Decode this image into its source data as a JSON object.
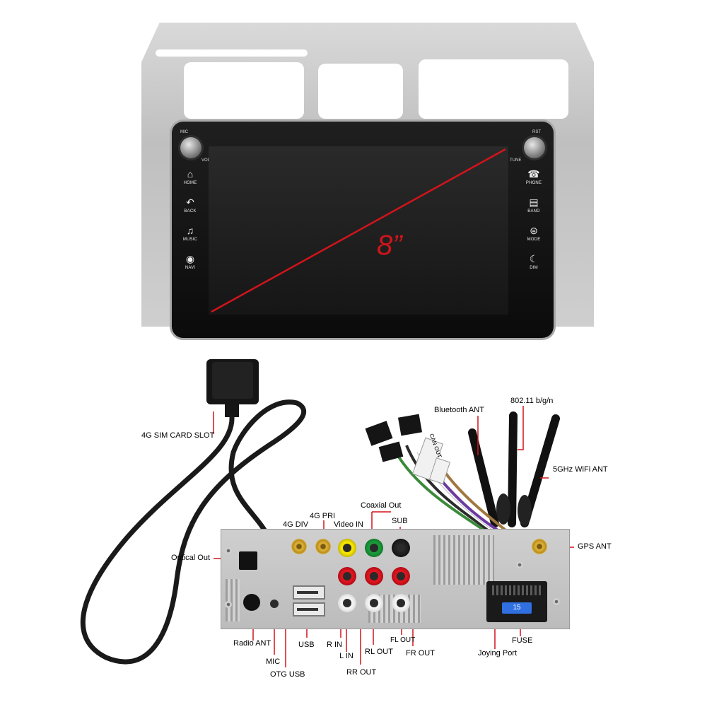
{
  "screen": {
    "size_label": "8”",
    "top_labels": {
      "mic": "MIC",
      "rst": "RST",
      "vol": "VOL",
      "tune": "TUNE"
    },
    "left_buttons": [
      {
        "icon": "home-icon",
        "glyph": "⌂",
        "label": "HOME"
      },
      {
        "icon": "back-icon",
        "glyph": "↶",
        "label": "BACK"
      },
      {
        "icon": "music-icon",
        "glyph": "♫",
        "label": "MUSIC"
      },
      {
        "icon": "navi-icon",
        "glyph": "◉",
        "label": "NAVI"
      }
    ],
    "right_buttons": [
      {
        "icon": "phone-icon",
        "glyph": "☎",
        "label": "PHONE"
      },
      {
        "icon": "band-icon",
        "glyph": "▤",
        "label": "BAND"
      },
      {
        "icon": "mode-icon",
        "glyph": "⊜",
        "label": "MODE"
      },
      {
        "icon": "dim-icon",
        "glyph": "☾",
        "label": "DIM"
      }
    ],
    "accent_color": "#d1141b"
  },
  "labels": {
    "sim": "4G SIM CARD SLOT",
    "bluetooth": "Bluetooth ANT",
    "wifi_80211": "802.11 b/g/n",
    "wifi_5g": "5GHz WiFi ANT",
    "coaxial_out": "Coaxial Out",
    "g4_pri": "4G PRI",
    "g4_div": "4G DIV",
    "video_in": "Video IN",
    "sub": "SUB",
    "gps_ant": "GPS ANT",
    "optical_out": "Optical Out",
    "radio_ant": "Radio ANT",
    "mic": "MIC",
    "otg_usb": "OTG USB",
    "usb": "USB",
    "r_in": "R IN",
    "l_in": "L IN",
    "rr_out": "RR OUT",
    "rl_out": "RL OUT",
    "fl_out": "FL OUT",
    "fr_out": "FR OUT",
    "fuse": "FUSE",
    "joying_port": "Joying Port"
  },
  "parts": {
    "fuse_value": "15",
    "can_label": "CAN OUT",
    "cable_color": "#1a1a1a"
  }
}
